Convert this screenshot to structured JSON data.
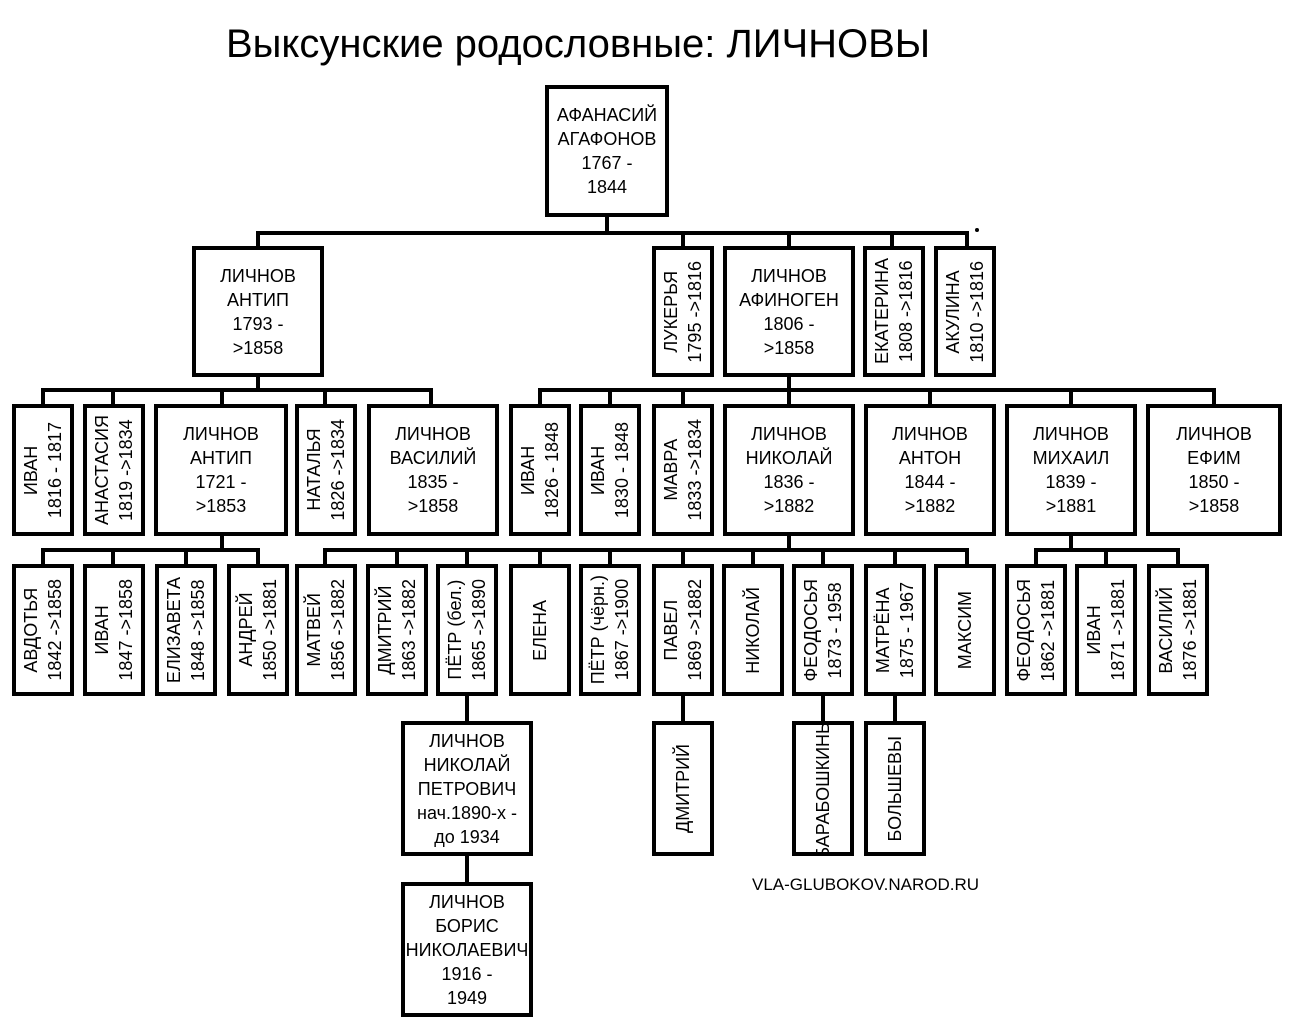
{
  "title": "Выксунские родословные: ЛИЧНОВЫ",
  "site": "VLA-GLUBOKOV.NAROD.RU",
  "line_color": "#000000",
  "people": {
    "afanasiy": "АФАНАСИЙ\nАГАФОНОВ\n1767 -\n1844",
    "antip": "ЛИЧНОВ\nАНТИП\n1793 -\n>1858",
    "lukerya": "ЛУКЕРЬЯ\n1795 ->1816",
    "afinogen": "ЛИЧНОВ\nАФИНОГЕН\n1806 -\n>1858",
    "ekaterina": "ЕКАТЕРИНА\n1808 ->1816",
    "akulina": "АКУЛИНА\n1810 ->1816",
    "ivan_1816": "ИВАН\n1816 - 1817",
    "anastasia": "АНАСТАСИЯ\n1819 ->1834",
    "antip_jr": "ЛИЧНОВ\nАНТИП\n1721 -\n>1853",
    "natalia": "НАТАЛЬЯ\n1826 ->1834",
    "vasiliy": "ЛИЧНОВ\nВАСИЛИЙ\n1835 -\n>1858",
    "ivan_1826": "ИВАН\n1826 - 1848",
    "ivan_1830": "ИВАН\n1830 - 1848",
    "mavra": "МАВРА\n1833 ->1834",
    "nikolay": "ЛИЧНОВ\nНИКОЛАЙ\n1836 -\n>1882",
    "anton": "ЛИЧНОВ\nАНТОН\n1844 -\n>1882",
    "mikhail": "ЛИЧНОВ\nМИХАИЛ\n1839 -\n>1881",
    "efim": "ЛИЧНОВ\nЕФИМ\n1850 -\n>1858",
    "avdotya": "АВДОТЬЯ\n1842 ->1858",
    "ivan_1847": "ИВАН\n1847 ->1858",
    "elizaveta": "ЕЛИЗАВЕТА\n1848 ->1858",
    "andrey": "АНДРЕЙ\n1850 ->1881",
    "matvey": "МАТВЕЙ\n1856 ->1882",
    "dmitriy_1863": "ДМИТРИЙ\n1863 ->1882",
    "petr_bel": "ПЁТР (бел.)\n1865 ->1890",
    "elena": "ЕЛЕНА",
    "petr_chern": "ПЁТР (чёрн.)\n1867 ->1900",
    "pavel": "ПАВЕЛ\n1869 ->1882",
    "nikolay_son": "НИКОЛАЙ",
    "feodosya_1873": "ФЕОДОСЬЯ\n1873 - 1958",
    "matrena": "МАТРЁНА\n1875 - 1967",
    "maksim": "МАКСИМ",
    "feodosya_1862": "ФЕОДОСЬЯ\n1862 ->1881",
    "ivan_1871": "ИВАН\n1871 ->1881",
    "vasiliy_1876": "ВАСИЛИЙ\n1876 ->1881",
    "nikolay_petrovich": "ЛИЧНОВ\nНИКОЛАЙ\nПЕТРОВИЧ\nнач.1890-х -\nдо 1934",
    "dmitriy_pavel": "ДМИТРИЙ",
    "baraboshkiny": "БАРАБОШКИНЫ",
    "bolshevy": "БОЛЬШЕВЫ",
    "boris": "ЛИЧНОВ\nБОРИС\nНИКОЛАЕВИЧ\n1916 -\n1949"
  }
}
